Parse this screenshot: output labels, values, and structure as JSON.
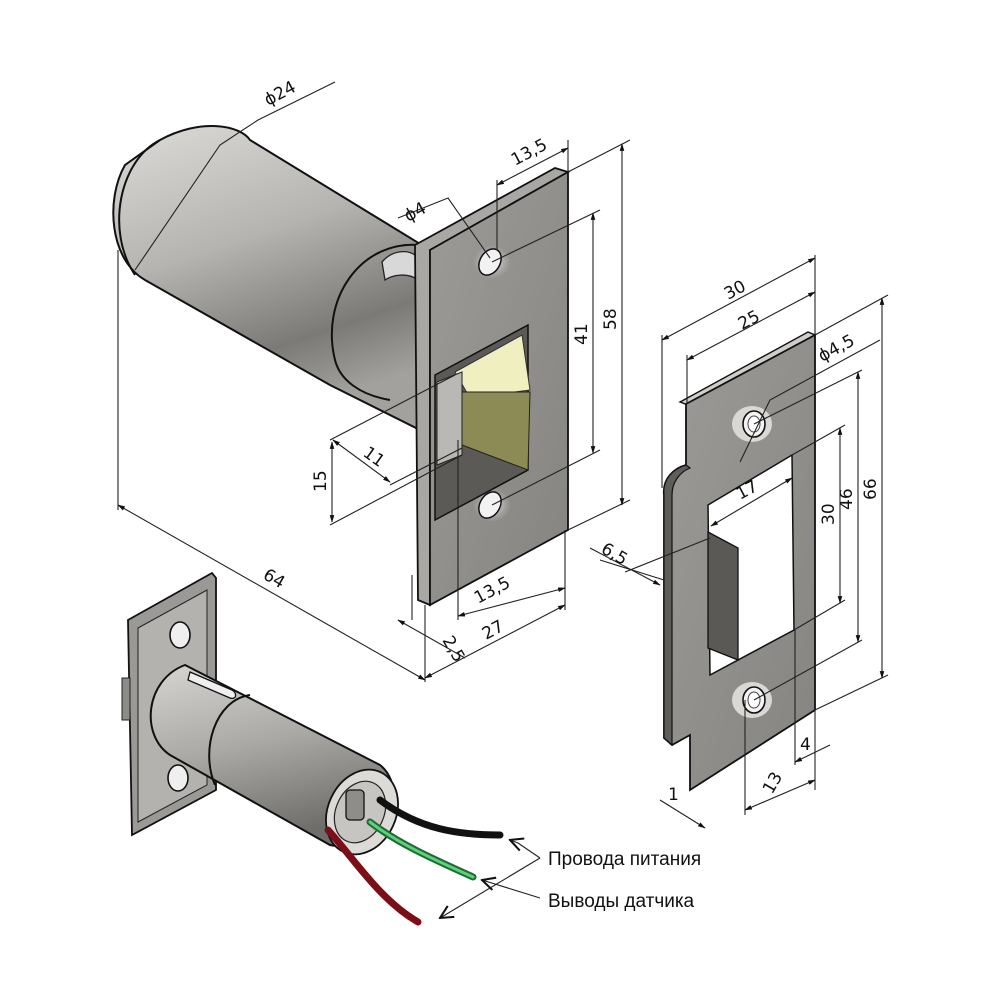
{
  "drawing": {
    "subject": "Electromechanical latch with strike plate",
    "colors": {
      "metal_light": "#c9c8c5",
      "metal_dark": "#6e6d6a",
      "plate": "#8e8d8a",
      "latch_tongue": "#efefc0",
      "latch_tongue_dark": "#8c8a55",
      "wire_black": "#111111",
      "wire_green": "#3cae5c",
      "wire_red": "#7a0f18"
    }
  },
  "latch_view": {
    "dimensions": {
      "body_diameter": "ϕ24",
      "screw_hole_diameter": "ϕ4",
      "faceplate_width": "13,5",
      "faceplate_height": "58",
      "hole_spacing": "41",
      "tongue_height": "15",
      "tongue_projection": "11",
      "total_length": "64",
      "tongue_offset": "13,5",
      "faceplate_depth": "27",
      "faceplate_thickness": "2,5"
    }
  },
  "strike_view": {
    "dimensions": {
      "plate_width": "30",
      "plate_inner_width": "25",
      "screw_hole_diameter": "ϕ4,5",
      "opening_width": "17",
      "lip_depth": "6,5",
      "opening_height": "30",
      "hole_spacing": "46",
      "plate_height": "66",
      "edge_offset": "4",
      "hole_offset": "13",
      "plate_thickness": "1"
    }
  },
  "wires_view": {
    "labels": {
      "power_wires": "Провода питания",
      "sensor_wires": "Выводы датчика"
    }
  }
}
